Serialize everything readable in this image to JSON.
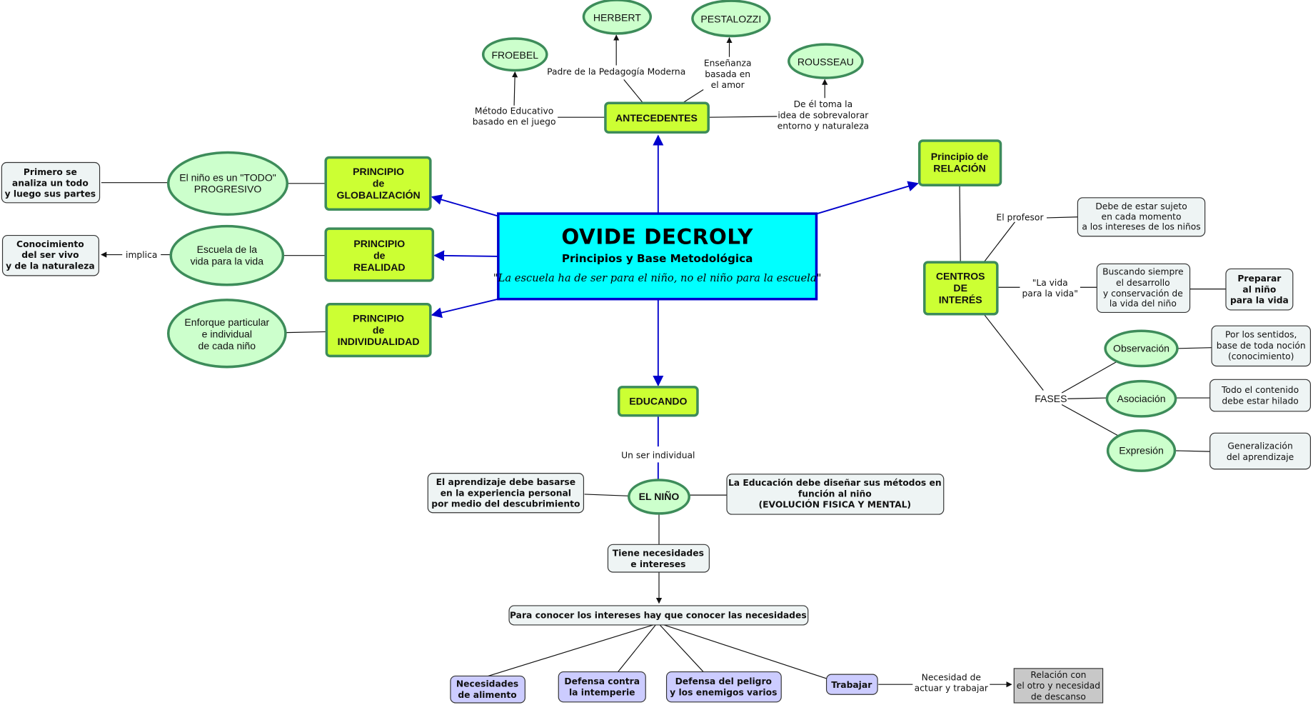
{
  "colors": {
    "central_fill": "#00ffff",
    "central_border": "#0000cc",
    "concept_fill": "#ccff33",
    "concept_border": "#3d8c5a",
    "oval_fill": "#ccffcc",
    "note_fill": "#eef4f4",
    "need_fill": "#ccccff",
    "gray_fill": "#c8c8c8"
  },
  "central": {
    "title": "OVIDE DECROLY",
    "subtitle": "Principios y Base Metodológica",
    "quote": "\"La escuela ha de ser para el niño, no el niño para la escuela\""
  },
  "antecedentes": {
    "label": "ANTECEDENTES",
    "people": {
      "froebel": "FROEBEL",
      "herbert": "HERBERT",
      "pestalozzi": "PESTALOZZI",
      "rousseau": "ROUSSEAU"
    },
    "links": {
      "froebel": [
        "Método Educativo",
        "basado en el juego"
      ],
      "herbert": [
        "Padre de la Pedagogía Moderna"
      ],
      "pestalozzi": [
        "Enseñanza",
        "basada en",
        "el amor"
      ],
      "rousseau": [
        "De él toma la",
        "idea de sobrevalorar",
        "entorno y naturaleza"
      ]
    }
  },
  "principios_izq": [
    {
      "label": [
        "PRINCIPIO",
        "de",
        "GLOBALIZACIÓN"
      ],
      "oval": [
        "El niño es un \"TODO\"",
        "PROGRESIVO"
      ],
      "note": [
        "Primero se",
        "analiza un todo",
        "y luego sus partes"
      ]
    },
    {
      "label": [
        "PRINCIPIO",
        "de",
        "REALIDAD"
      ],
      "oval": [
        "Escuela de la",
        "vida para la vida"
      ],
      "link": "implica",
      "note": [
        "Conocimiento",
        "del ser vivo",
        "y de la naturaleza"
      ]
    },
    {
      "label": [
        "PRINCIPIO",
        "de",
        "INDIVIDUALIDAD"
      ],
      "oval": [
        "Enforque particular",
        "e individual",
        "de cada niño"
      ]
    }
  ],
  "relacion": {
    "label": [
      "Principio de",
      "RELACIÓN"
    ],
    "centros": [
      "CENTROS",
      "DE",
      "INTERÉS"
    ],
    "profesor_link": "El profesor",
    "profesor_note": [
      "Debe de estar sujeto",
      "en cada momento",
      "a los intereses de los niños"
    ],
    "vida_link": [
      "\"La vida",
      "para la vida\""
    ],
    "vida_note": [
      "Buscando siempre",
      "el desarrollo",
      "y conservación de",
      "la vida del niño"
    ],
    "preparar_note": [
      "Preparar",
      "al niño",
      "para la vida"
    ],
    "fases_label": "FASES",
    "fases": [
      {
        "name": "Observación",
        "note": [
          "Por los sentidos,",
          "base de toda noción",
          "(conocimiento)"
        ]
      },
      {
        "name": "Asociación",
        "note": [
          "Todo el contenido",
          "debe estar hilado"
        ]
      },
      {
        "name": "Expresión",
        "note": [
          "Generalización",
          "del aprendizaje"
        ]
      }
    ]
  },
  "educando": {
    "label": "EDUCANDO",
    "link": "Un ser individual",
    "nino": "EL NIÑO",
    "left_note": [
      "El aprendizaje debe basarse",
      "en la experiencia personal",
      "por medio del descubrimiento"
    ],
    "right_note": [
      "La Educación debe diseñar sus métodos en",
      "función al niño",
      "(EVOLUCIÓN FISICA Y MENTAL)"
    ],
    "necesidades": [
      "Tiene necesidades",
      "e intereses"
    ],
    "conocer": "Para conocer los intereses hay que conocer las necesidades",
    "needs": [
      [
        "Necesidades",
        "de alimento"
      ],
      [
        "Defensa contra",
        "la intemperie"
      ],
      [
        "Defensa del peligro",
        "y los enemigos varios"
      ],
      [
        "Trabajar"
      ]
    ],
    "trabajar_link": [
      "Necesidad de",
      "actuar y trabajar"
    ],
    "relacion_note": [
      "Relación con",
      "el otro y necesidad",
      "de descanso"
    ]
  }
}
